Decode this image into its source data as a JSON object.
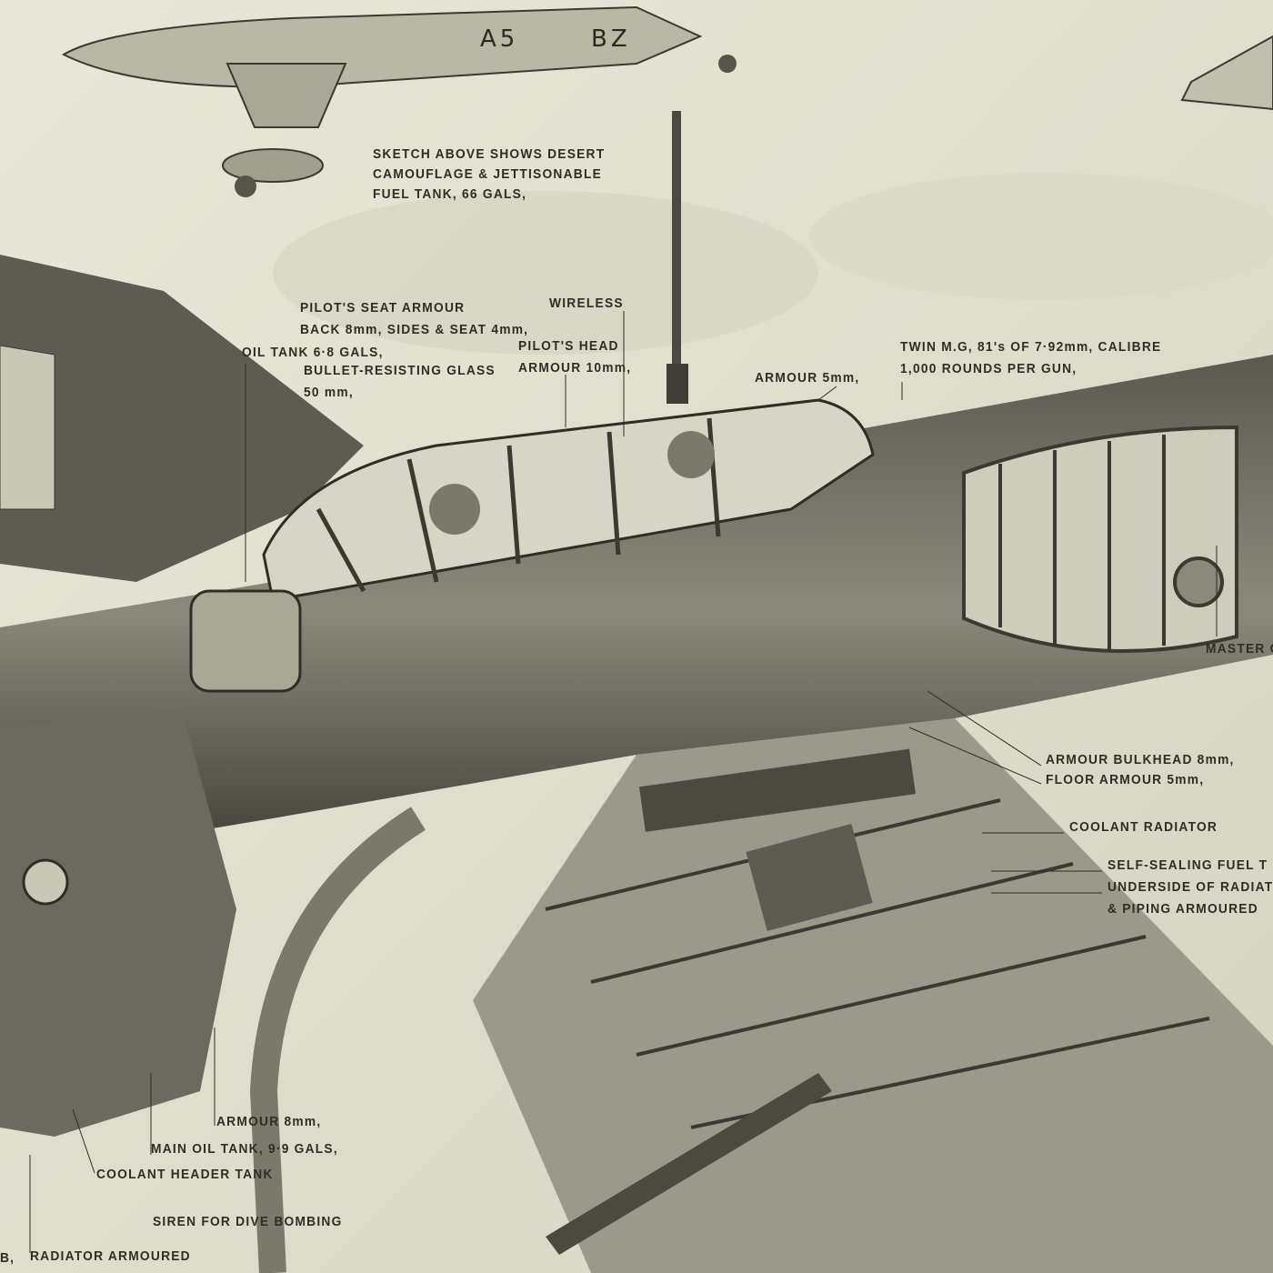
{
  "colors": {
    "paper": "#e4e4d2",
    "ink": "#2e2e26",
    "dark_metal": "#4a4a40",
    "mid_metal": "#7a7a6c",
    "light_metal": "#c8c8b6"
  },
  "aircraft_marking": {
    "left": "A5",
    "right": "BZ"
  },
  "labels": {
    "sketch_note": [
      "SKETCH ABOVE SHOWS DESERT",
      "CAMOUFLAGE & JETTISONABLE",
      "FUEL TANK, 66 GALS,"
    ],
    "pilot_seat_armour": [
      "PILOT'S SEAT ARMOUR",
      "BACK 8mm, SIDES & SEAT 4mm,"
    ],
    "oil_tank": "OIL TANK  6·8 GALS,",
    "bullet_glass": [
      "BULLET-RESISTING GLASS",
      "50 mm,"
    ],
    "wireless": "WIRELESS",
    "pilot_head_armour": [
      "PILOT'S HEAD",
      "ARMOUR 10mm,"
    ],
    "armour_5mm": "ARMOUR 5mm,",
    "twin_mg": [
      "TWIN M.G, 81's OF 7·92mm, CALIBRE",
      "1,000 ROUNDS PER GUN,"
    ],
    "master_compass": "MASTER C",
    "bulkhead": [
      "ARMOUR BULKHEAD 8mm,",
      "FLOOR ARMOUR 5mm,"
    ],
    "coolant_radiator": "COOLANT RADIATOR",
    "fuel_tank": [
      "SELF-SEALING FUEL T",
      "UNDERSIDE OF RADIAT",
      "& PIPING ARMOURED"
    ],
    "armour_8mm": "ARMOUR 8mm,",
    "main_oil_tank": "MAIN OIL TANK, 9·9 GALS,",
    "coolant_header": "COOLANT HEADER TANK",
    "siren": "SIREN FOR DIVE BOMBING",
    "radiator_armoured": [
      "B,",
      "RADIATOR ARMOURED"
    ]
  }
}
